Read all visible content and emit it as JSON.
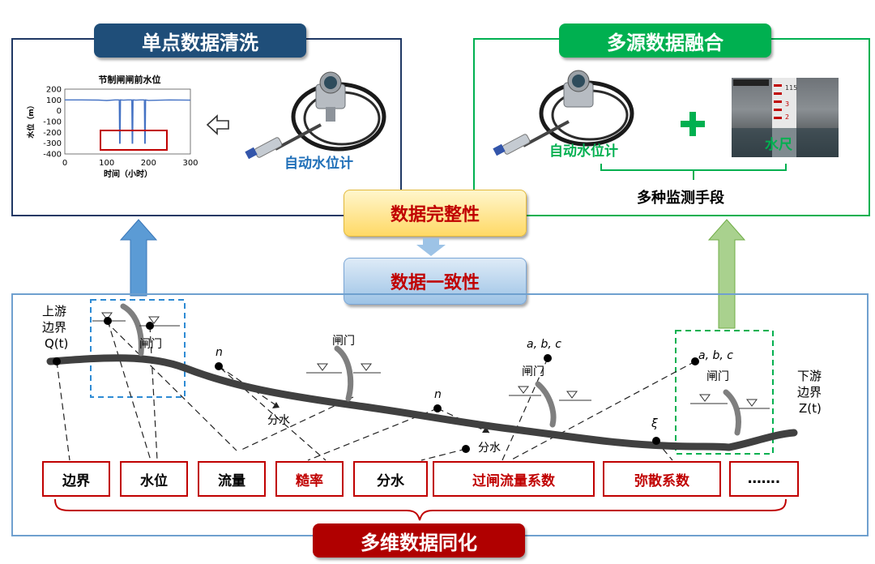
{
  "left_panel": {
    "title": "单点数据清洗",
    "sensor_label": "自动水位计",
    "chart": {
      "title": "节制闸闸前水位",
      "ylabel": "水位（m）",
      "xlabel": "时间（小时）",
      "xticks": [
        "0",
        "100",
        "200",
        "300"
      ],
      "yticks": [
        "200",
        "100",
        "0",
        "-100",
        "-200",
        "-300",
        "-400"
      ]
    }
  },
  "chart_data": {
    "type": "line",
    "title": "节制闸闸前水位",
    "xlabel": "时间（小时）",
    "ylabel": "水位（m）",
    "xlim": [
      0,
      300
    ],
    "ylim": [
      -400,
      200
    ],
    "series": [
      {
        "x": [
          0,
          40,
          80,
          100,
          120,
          130,
          131,
          132,
          133,
          140,
          150,
          160,
          161,
          162,
          163,
          170,
          180,
          190,
          191,
          192,
          193,
          200,
          250,
          300
        ],
        "values": [
          100,
          100,
          99,
          95,
          100,
          100,
          -300,
          -300,
          100,
          98,
          100,
          100,
          -300,
          -300,
          100,
          98,
          100,
          100,
          -300,
          -300,
          100,
          96,
          100,
          98
        ]
      }
    ]
  },
  "right_panel": {
    "title": "多源数据融合",
    "sensor_label": "自动水位计",
    "ruler_label": "水尺",
    "caption": "多种监测手段",
    "ruler_numbers": [
      "115",
      "3",
      "2"
    ]
  },
  "center": {
    "completeness": "数据完整性",
    "consistency": "数据一致性"
  },
  "diagram": {
    "upstream": [
      "上游",
      "边界",
      "Q(t)"
    ],
    "downstream": [
      "下游",
      "边界",
      "Z(t)"
    ],
    "gate_labels": [
      "闸门",
      "闸门",
      "闸门",
      "闸门"
    ],
    "n_labels": [
      "n",
      "n"
    ],
    "abc_labels": [
      "a, b, c",
      "a, b, c"
    ],
    "xi_label": "ξ",
    "diversion_labels": [
      "分水",
      "分水"
    ]
  },
  "categories": [
    "边界",
    "水位",
    "流量",
    "糙率",
    "分水",
    "过闸流量系数",
    "弥散系数",
    "……."
  ],
  "bottom_title": "多维数据同化",
  "colors": {
    "navy": "#1f3864",
    "blue_title": "#1f4e79",
    "green": "#00b050",
    "red": "#c00000",
    "dark_red": "#b00000",
    "panel_border": "#6fa0cf"
  }
}
